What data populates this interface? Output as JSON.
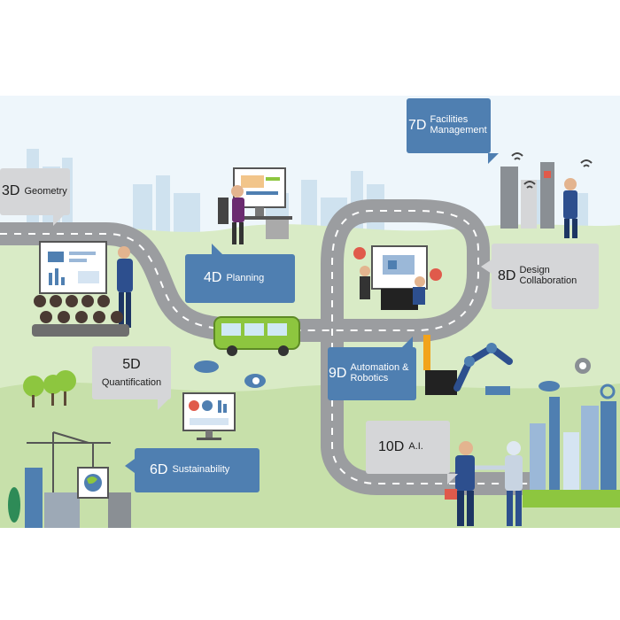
{
  "labels": {
    "geometry_3d": {
      "code": "3D",
      "text": "Geometry"
    },
    "planning_4d": {
      "code": "4D",
      "text": "Planning"
    },
    "quantification_5d": {
      "code": "5D",
      "text": "Quantification"
    },
    "sustainability_6d": {
      "code": "6D",
      "text": "Sustainability"
    },
    "facilities_7d": {
      "code": "7D",
      "line1": "Facilities",
      "line2": "Management"
    },
    "design_8d": {
      "code": "8D",
      "line1": "Design",
      "line2": "Collaboration"
    },
    "automation_9d": {
      "code": "9D",
      "line1": "Automation &",
      "line2": "Robotics"
    },
    "ai_10d": {
      "code": "10D",
      "text": "A.I."
    }
  },
  "colors": {
    "label_blue": "#4f7fb1",
    "label_gray": "#d5d6d8",
    "road": "#9b9da0",
    "road_marking": "#ffffff",
    "grass": "#d9ebc6",
    "grass_dark": "#c7e0aa",
    "sky": "#eef6fb",
    "skyline": "#cfe2ef",
    "bus": "#8dc63f",
    "people_suit": "#2d4f8e"
  },
  "icons": {
    "presenter": "presenter-with-board-icon",
    "audience": "audience-icon",
    "planner": "desk-planner-icon",
    "bus": "bus-icon",
    "cloud": "cloud-icon",
    "dashboard": "dashboard-monitor-icon",
    "crane": "crane-icon",
    "globe": "globe-icon",
    "robot_arm": "robot-arm-icon",
    "wifi": "wifi-icon",
    "handshake": "human-robot-handshake-icon",
    "gear": "gear-icon",
    "ai_chip": "ai-gear-icon",
    "tree": "tree-icon"
  }
}
